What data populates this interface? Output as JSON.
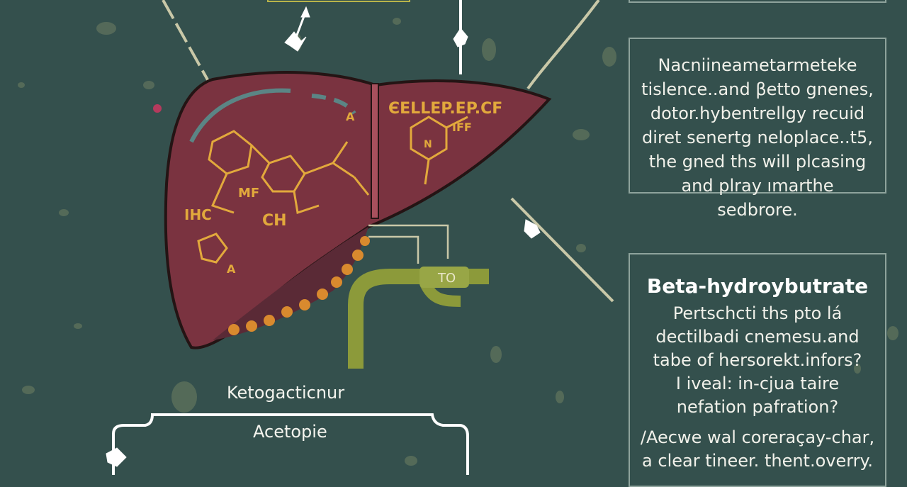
{
  "panel_1": {
    "lines": [
      "Nacniineametarmeteke",
      "tislence..and βetto gnenes,",
      "dotor.hybentrellgy recuid",
      "diret senertg neloplace..t5,",
      "the gned ths will plcasing",
      "and plray ımarthe",
      "sedbrore."
    ]
  },
  "panel_2": {
    "title": "Beta-hydroybutrate",
    "lines": [
      "Pertschcti ths pto lá",
      "dectilbadi cnemesu.and",
      "tabe of hersorekt.infors?",
      "I iveal: in-cjua taire",
      "nefation pafration?"
    ],
    "lines_2": [
      "/Aecwe wal coreraçay-char,",
      "a clear tineer. thent.overry."
    ]
  },
  "diagram": {
    "label_upper": "Ketogacticnur",
    "label_lower": "Acetopie",
    "duct_label": "TO",
    "liver_labels": [
      "ЄELLEP.EP.CF",
      "IFF",
      "A",
      "MF",
      "CH",
      "IHC",
      "A",
      "N"
    ]
  },
  "colors": {
    "background": "#34504d",
    "liver": "#7a3340",
    "liver_shadow": "#5a2a36",
    "formula": "#e2a93c",
    "duct": "#8c9a3a",
    "line": "#c9c8a8"
  }
}
